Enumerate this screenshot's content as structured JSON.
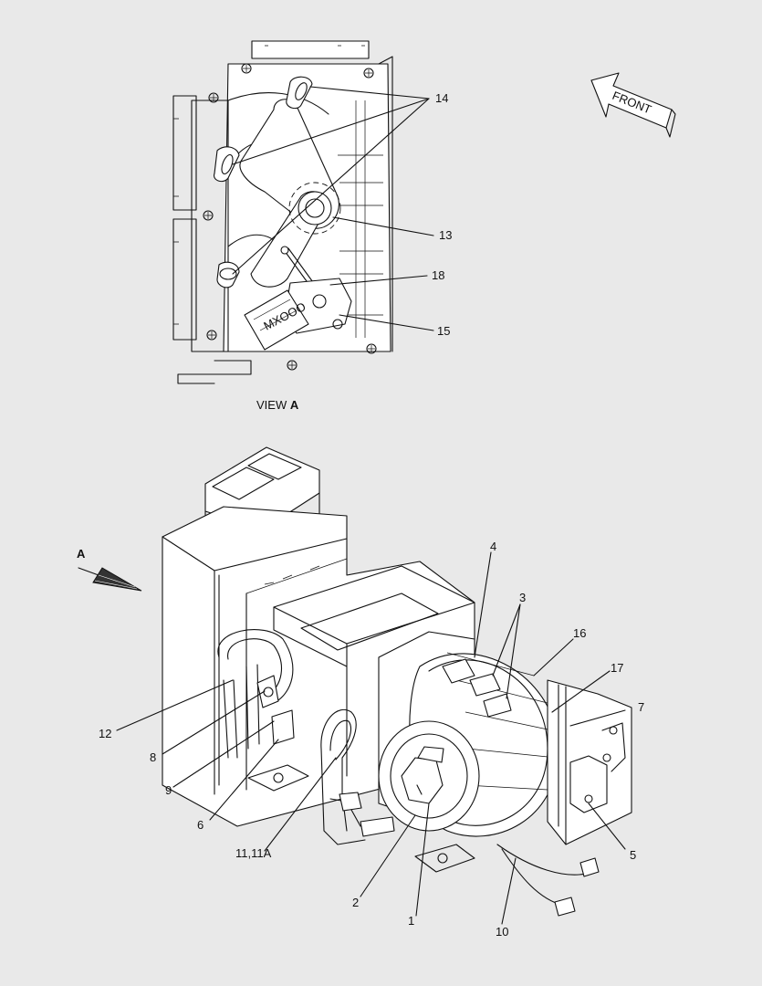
{
  "view_caption": {
    "prefix": "VIEW ",
    "letter": "A"
  },
  "front_arrow_label": "FRONT",
  "view_arrow_label": "A",
  "callouts": {
    "c14": "14",
    "c13": "13",
    "c18": "18",
    "c15": "15",
    "c4": "4",
    "c3": "3",
    "c16": "16",
    "c17": "17",
    "c7": "7",
    "c12": "12",
    "c8": "8",
    "c9": "9",
    "c6": "6",
    "c11": "11,11A",
    "c2": "2",
    "c1": "1",
    "c10": "10",
    "c5": "5"
  }
}
